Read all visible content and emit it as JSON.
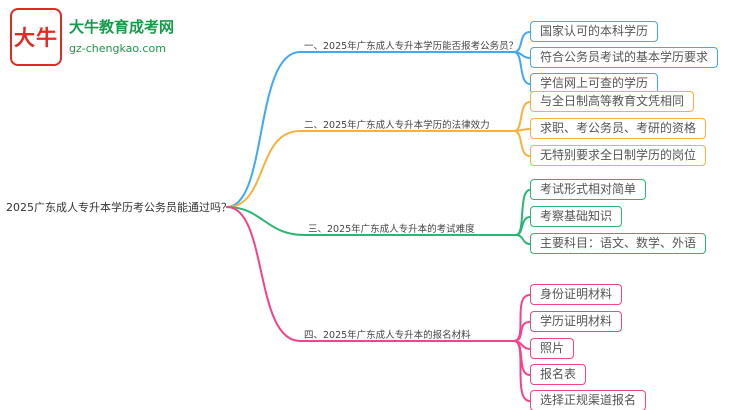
{
  "logo": {
    "stamp_text": "大牛",
    "brand": "大牛教育成考网",
    "domain": "gz-chengkao.com",
    "brand_color": "#169b4a",
    "stamp_color": "#e02b20"
  },
  "root": {
    "label": "2025广东成人专升本学历考公务员能通过吗？"
  },
  "branches": [
    {
      "label": "一、2025年广东成人专升本学历能否报考公务员？",
      "color": "#3fa9f5",
      "children": [
        "国家认可的本科学历",
        "符合公务员考试的基本学历要求",
        "学信网上可查的学历"
      ]
    },
    {
      "label": "二、2025年广东成人专升本学历的法律效力",
      "color": "#fbb03b",
      "children": [
        "与全日制高等教育文凭相同",
        "求职、考公务员、考研的资格",
        "无特别要求全日制学历的岗位"
      ]
    },
    {
      "label": "三、2025年广东成人专升本的考试难度",
      "color": "#2bb673",
      "children": [
        "考试形式相对简单",
        "考察基础知识",
        "主要科目：语文、数学、外语"
      ]
    },
    {
      "label": "四、2025年广东成人专升本的报名材料",
      "color": "#f4438c",
      "children": [
        "身份证明材料",
        "学历证明材料",
        "照片",
        "报名表",
        "选择正规渠道报名"
      ]
    }
  ]
}
